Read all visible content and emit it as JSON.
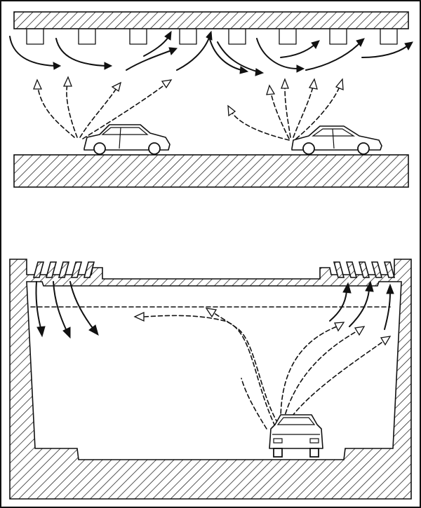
{
  "figure": {
    "panels": [
      {
        "view": "longitudinal-section",
        "vehicles": 2,
        "ceiling_openings": 8
      },
      {
        "view": "cross-section",
        "vehicles": 1,
        "exhaust_louvers_per_side": 5
      }
    ],
    "colors": {
      "ink": "#111111",
      "paper": "#ffffff"
    }
  }
}
